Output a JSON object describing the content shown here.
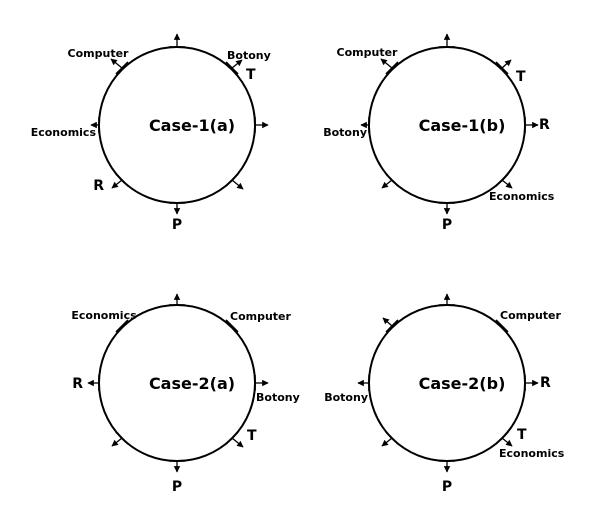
{
  "diagrams": [
    {
      "title": "Case-1(a)",
      "seats": [
        {
          "pos": "N",
          "label": ""
        },
        {
          "pos": "NE",
          "label": "Botony"
        },
        {
          "pos": "NE",
          "label": "T"
        },
        {
          "pos": "E",
          "label": ""
        },
        {
          "pos": "SE",
          "label": ""
        },
        {
          "pos": "S",
          "label": "P"
        },
        {
          "pos": "SW",
          "label": "R"
        },
        {
          "pos": "W",
          "label": "Economics"
        },
        {
          "pos": "NW",
          "label": "Computer"
        }
      ]
    },
    {
      "title": "Case-1(b)",
      "seats": [
        {
          "pos": "N",
          "label": ""
        },
        {
          "pos": "NE",
          "label": "T"
        },
        {
          "pos": "E",
          "label": "R"
        },
        {
          "pos": "SE",
          "label": "Economics"
        },
        {
          "pos": "S",
          "label": "P"
        },
        {
          "pos": "SW",
          "label": ""
        },
        {
          "pos": "W",
          "label": "Botony"
        },
        {
          "pos": "NW",
          "label": "Computer"
        }
      ]
    },
    {
      "title": "Case-2(a)",
      "seats": [
        {
          "pos": "N",
          "label": ""
        },
        {
          "pos": "NE",
          "label": "Computer"
        },
        {
          "pos": "E",
          "label": "Botony"
        },
        {
          "pos": "SE",
          "label": "T"
        },
        {
          "pos": "S",
          "label": "P"
        },
        {
          "pos": "SW",
          "label": ""
        },
        {
          "pos": "W",
          "label": "R"
        },
        {
          "pos": "NW",
          "label": "Economics"
        }
      ]
    },
    {
      "title": "Case-2(b)",
      "seats": [
        {
          "pos": "N",
          "label": ""
        },
        {
          "pos": "NE",
          "label": "Computer"
        },
        {
          "pos": "E",
          "label": "R"
        },
        {
          "pos": "SE",
          "label": "T"
        },
        {
          "pos": "SE",
          "label": "Economics"
        },
        {
          "pos": "S",
          "label": "P"
        },
        {
          "pos": "SW",
          "label": ""
        },
        {
          "pos": "W",
          "label": "Botony"
        },
        {
          "pos": "NW",
          "label": ""
        }
      ]
    }
  ],
  "seat_facing": "outward"
}
